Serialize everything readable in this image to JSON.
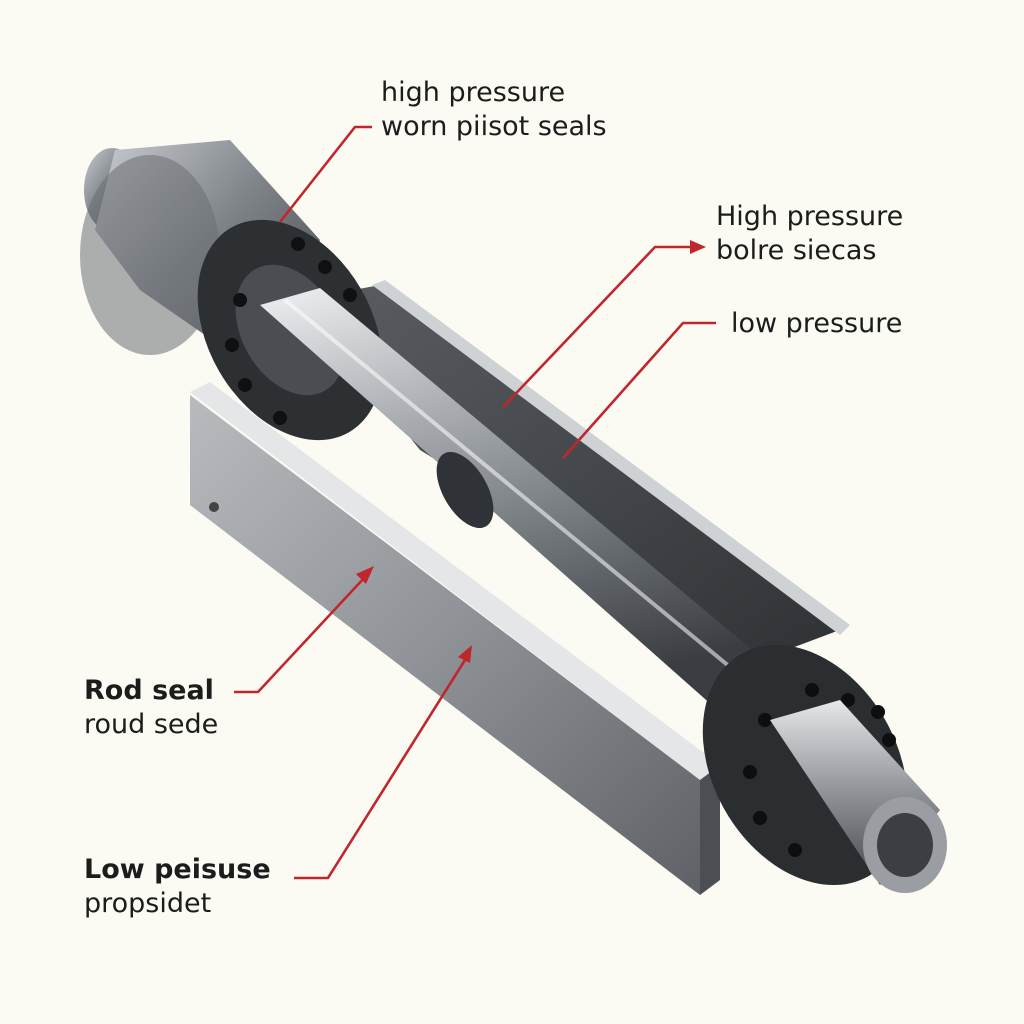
{
  "colors": {
    "background": "#fbfbf4",
    "leader_line": "#c0272d",
    "steel_dark": "#3f4246",
    "steel_mid": "#7d8287",
    "steel_light": "#d5d8db",
    "text": "#1c1c1c"
  },
  "labels": {
    "top": {
      "line1": "high pressure",
      "line2": "worn piisot seals"
    },
    "right_upper": {
      "line1": "High pressure",
      "line2": "bolre  siecas"
    },
    "right_lower": {
      "line1": "low pressure"
    },
    "left_upper": {
      "line1": "Rod seal",
      "line2": "roud sede"
    },
    "left_lower": {
      "line1": "Low peisuse",
      "line2": "propsidet"
    }
  }
}
